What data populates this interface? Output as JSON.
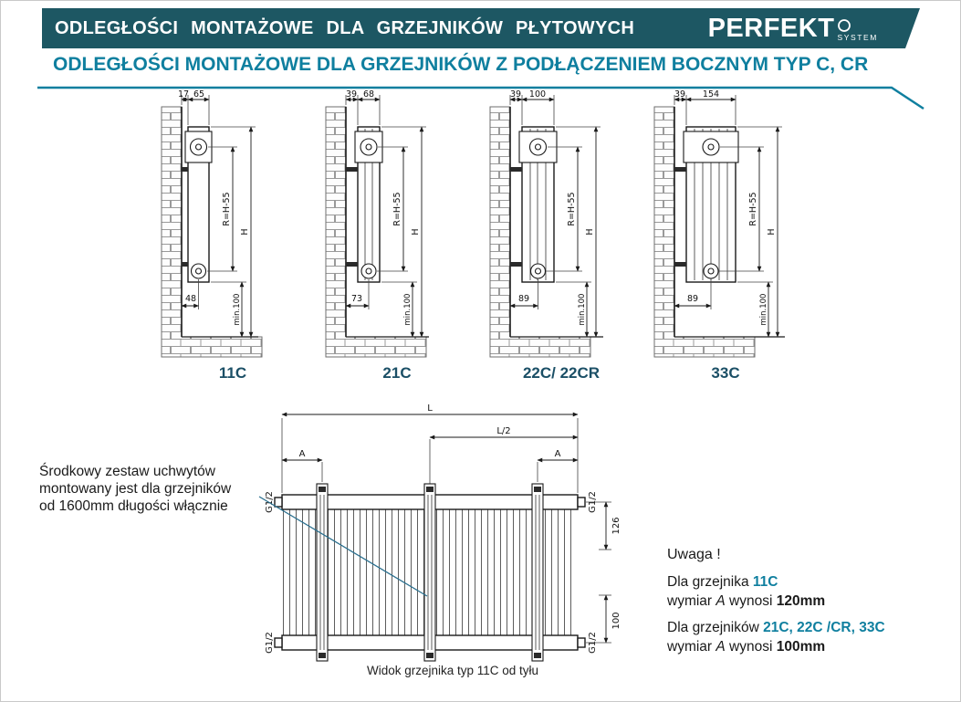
{
  "colors": {
    "header_bg": "#1d5763",
    "accent_teal": "#0f7f9f",
    "label_navy": "#1b4f66",
    "drawing_line": "#1a1a1a"
  },
  "header": {
    "title": "ODLEGŁOŚCI MONTAŻOWE DLA GRZEJNIKÓW PŁYTOWYCH",
    "logo_brand": "PERFEKT",
    "logo_sub": "SYSTEM"
  },
  "subheader": {
    "title": "ODLEGŁOŚCI MONTAŻOWE DLA GRZEJNIKÓW Z PODŁĄCZENIEM BOCZNYM TYP C, CR"
  },
  "side_diagrams": [
    {
      "label": "11C",
      "dim_wall_gap": "17",
      "dim_depth": "65",
      "dim_bottom": "48",
      "dim_radius": "R=H-55",
      "dim_height": "H",
      "dim_min": "min.100"
    },
    {
      "label": "21C",
      "dim_wall_gap": "39",
      "dim_depth": "68",
      "dim_bottom": "73",
      "dim_radius": "R=H-55",
      "dim_height": "H",
      "dim_min": "min.100"
    },
    {
      "label": "22C/ 22CR",
      "dim_wall_gap": "39",
      "dim_depth": "100",
      "dim_bottom": "89",
      "dim_radius": "R=H-55",
      "dim_height": "H",
      "dim_min": "min.100"
    },
    {
      "label": "33C",
      "dim_wall_gap": "39",
      "dim_depth": "154",
      "dim_bottom": "89",
      "dim_radius": "R=H-55",
      "dim_height": "H",
      "dim_min": "min.100"
    }
  ],
  "rear_diagram": {
    "dim_length": "L",
    "dim_half_length": "L/2",
    "dim_a_left": "A",
    "dim_a_right": "A",
    "thread_top_left": "G1/2",
    "thread_bottom_left": "G1/2",
    "thread_top_right": "G1/2",
    "thread_bottom_right": "G1/2",
    "dim_bracket_top": "126",
    "dim_bracket_bottom": "100",
    "caption": "Widok grzejnika typ 11C od tyłu"
  },
  "bracket_note": {
    "line1": "Środkowy zestaw uchwytów",
    "line2": "montowany jest dla grzejników",
    "line3": "od 1600mm długości włącznie"
  },
  "uwaga_note": {
    "title": "Uwaga !",
    "row1_prefix": "Dla grzejnika ",
    "row1_types": "11C",
    "row2_word1": "wymiar ",
    "row2_symbol": "A",
    "row2_word2": " wynosi ",
    "row2_value": "120mm",
    "row3_prefix": "Dla grzejników ",
    "row3_types": "21C, 22C /CR, 33C",
    "row4_word1": "wymiar ",
    "row4_symbol": "A",
    "row4_word2": " wynosi ",
    "row4_value": "100mm"
  }
}
